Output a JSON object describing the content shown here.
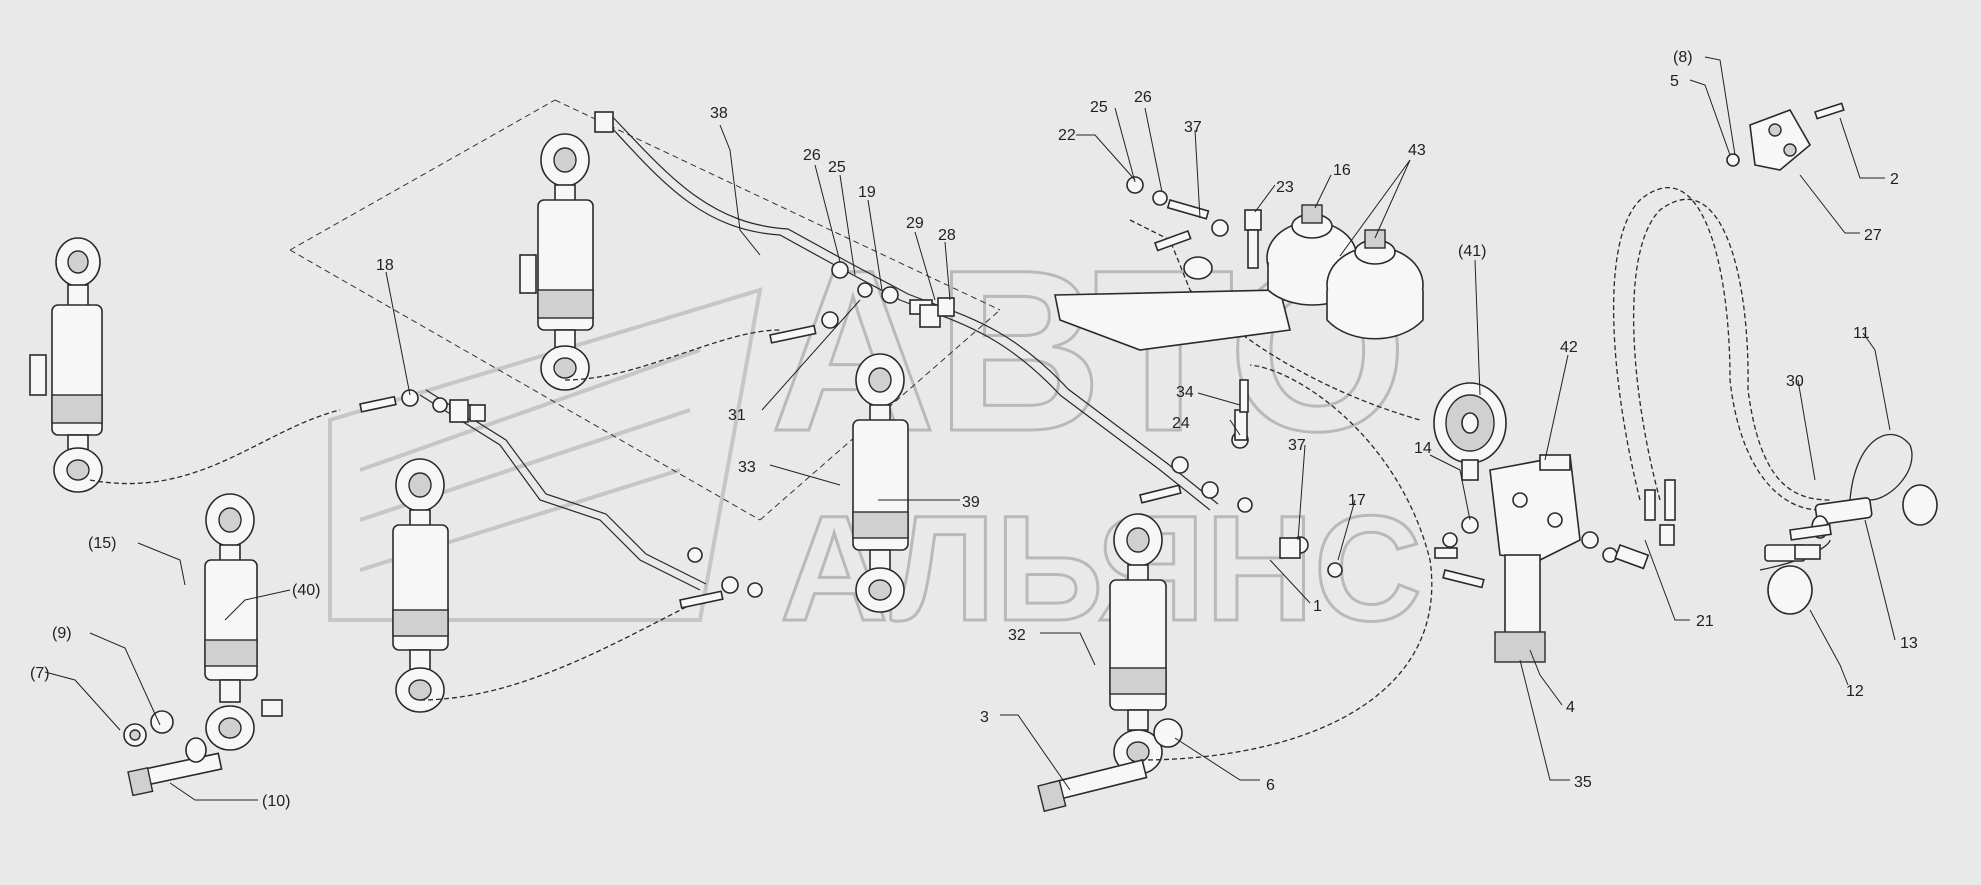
{
  "watermark": {
    "line1": "АВТО",
    "line2": "АЛЬЯНС"
  },
  "callouts": [
    {
      "id": "c38",
      "text": "38"
    },
    {
      "id": "c26a",
      "text": "26"
    },
    {
      "id": "c25a",
      "text": "25"
    },
    {
      "id": "c19",
      "text": "19"
    },
    {
      "id": "c29",
      "text": "29"
    },
    {
      "id": "c28",
      "text": "28"
    },
    {
      "id": "c18",
      "text": "18"
    },
    {
      "id": "c31",
      "text": "31"
    },
    {
      "id": "c33",
      "text": "33"
    },
    {
      "id": "c39",
      "text": "39"
    },
    {
      "id": "c15",
      "text": "(15)"
    },
    {
      "id": "c40",
      "text": "(40)"
    },
    {
      "id": "c9",
      "text": "(9)"
    },
    {
      "id": "c7",
      "text": "(7)"
    },
    {
      "id": "c10",
      "text": "(10)"
    },
    {
      "id": "c25b",
      "text": "25"
    },
    {
      "id": "c26b",
      "text": "26"
    },
    {
      "id": "c22",
      "text": "22"
    },
    {
      "id": "c37a",
      "text": "37"
    },
    {
      "id": "c23",
      "text": "23"
    },
    {
      "id": "c16",
      "text": "16"
    },
    {
      "id": "c43",
      "text": "43"
    },
    {
      "id": "c34",
      "text": "34"
    },
    {
      "id": "c24",
      "text": "24"
    },
    {
      "id": "c37b",
      "text": "37"
    },
    {
      "id": "c17",
      "text": "17"
    },
    {
      "id": "c1",
      "text": "1"
    },
    {
      "id": "c32",
      "text": "32"
    },
    {
      "id": "c3",
      "text": "3"
    },
    {
      "id": "c6",
      "text": "6"
    },
    {
      "id": "c41",
      "text": "(41)"
    },
    {
      "id": "c42",
      "text": "42"
    },
    {
      "id": "c14",
      "text": "14"
    },
    {
      "id": "c21",
      "text": "21"
    },
    {
      "id": "c4",
      "text": "4"
    },
    {
      "id": "c35",
      "text": "35"
    },
    {
      "id": "c8",
      "text": "(8)"
    },
    {
      "id": "c5",
      "text": "5"
    },
    {
      "id": "c2",
      "text": "2"
    },
    {
      "id": "c27",
      "text": "27"
    },
    {
      "id": "c11",
      "text": "11"
    },
    {
      "id": "c30",
      "text": "30"
    },
    {
      "id": "c13",
      "text": "13"
    },
    {
      "id": "c12",
      "text": "12"
    }
  ]
}
